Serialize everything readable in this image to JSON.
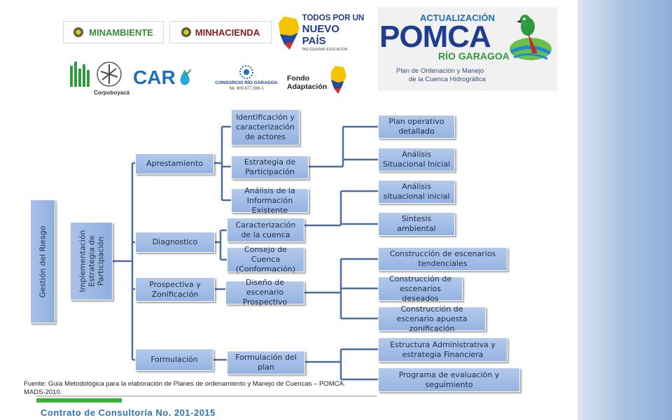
{
  "logos": {
    "minambiente": "MINAMBIENTE",
    "minhacienda": "MINHACIENDA",
    "todos_line1": "TODOS POR UN",
    "todos_line2": "NUEVO PAÍS",
    "todos_tagline": "PAZ  EQUIDAD  EDUCACIÓN",
    "pomca_top": "ACTUALIZACIÓN",
    "pomca_main": "POMCA",
    "pomca_river": "RÍO GARAGOA",
    "pomca_sub1": "Plan de Ordenación y Manejo",
    "pomca_sub2": "de la Cuenca Hidrográfica",
    "corpoboyaca": "Corpoboyacá",
    "car": "CAR",
    "consorcio": "CONSORCIO RÍO GARAGOA",
    "nit": "Nit. 900.877.556-1",
    "fondo_line1": "Fondo",
    "fondo_line2": "Adaptación"
  },
  "colors": {
    "box_fill": "#9fbbe6",
    "connector": "#4a6f9c",
    "sidebar": "#aec3e4",
    "contract_text": "#2e74b5",
    "green_bar": "#33b233"
  },
  "diagram": {
    "root": "Gestión del Riesgo",
    "level1": "Implementación Estrategia de Participación",
    "phases": {
      "aprestamiento": "Aprestamiento",
      "diagnostico": "Diagnostico",
      "prospectiva": "Prospectiva y Zonificación",
      "formulacion": "Formulación"
    },
    "sub": {
      "identificacion": "Identificación y caracterización de actores",
      "estrategia": "Estrategia de Participación",
      "analisis_info": "Análisis de la Información Existente",
      "caracterizacion": "Caracterización de la cuenca",
      "consejo": "Consejo de Cuenca (Conformación)",
      "diseno": "Diseño de escenario Prospectivo",
      "formulacion_plan": "Formulación del plan"
    },
    "leaves": {
      "plan_operativo": "Plan operativo detallado",
      "analisis_sit_inicial": "Análisis Situacional Inicial",
      "analisis_sit_inicial2": "Análisis situacional inicial",
      "sintesis": "Síntesis ambiental",
      "esc_tendenciales": "Construcción de escenarios tendenciales",
      "esc_deseados": "Construcción de escenarios deseados",
      "esc_apuesta": "Construcción de escenario apuesta  zonificación",
      "estructura": "Estructura Administrativa y estrategia Financiera",
      "programa": "Programa de evaluación y seguimiento"
    }
  },
  "footer": {
    "source": "Fuente: Guía Metodológica para la elaboración de Planes de ordenamiento y Manejo de Cuencas – POMCA. MADS-2010.",
    "contract": "Contrato de Consultoría No. 201-2015"
  }
}
